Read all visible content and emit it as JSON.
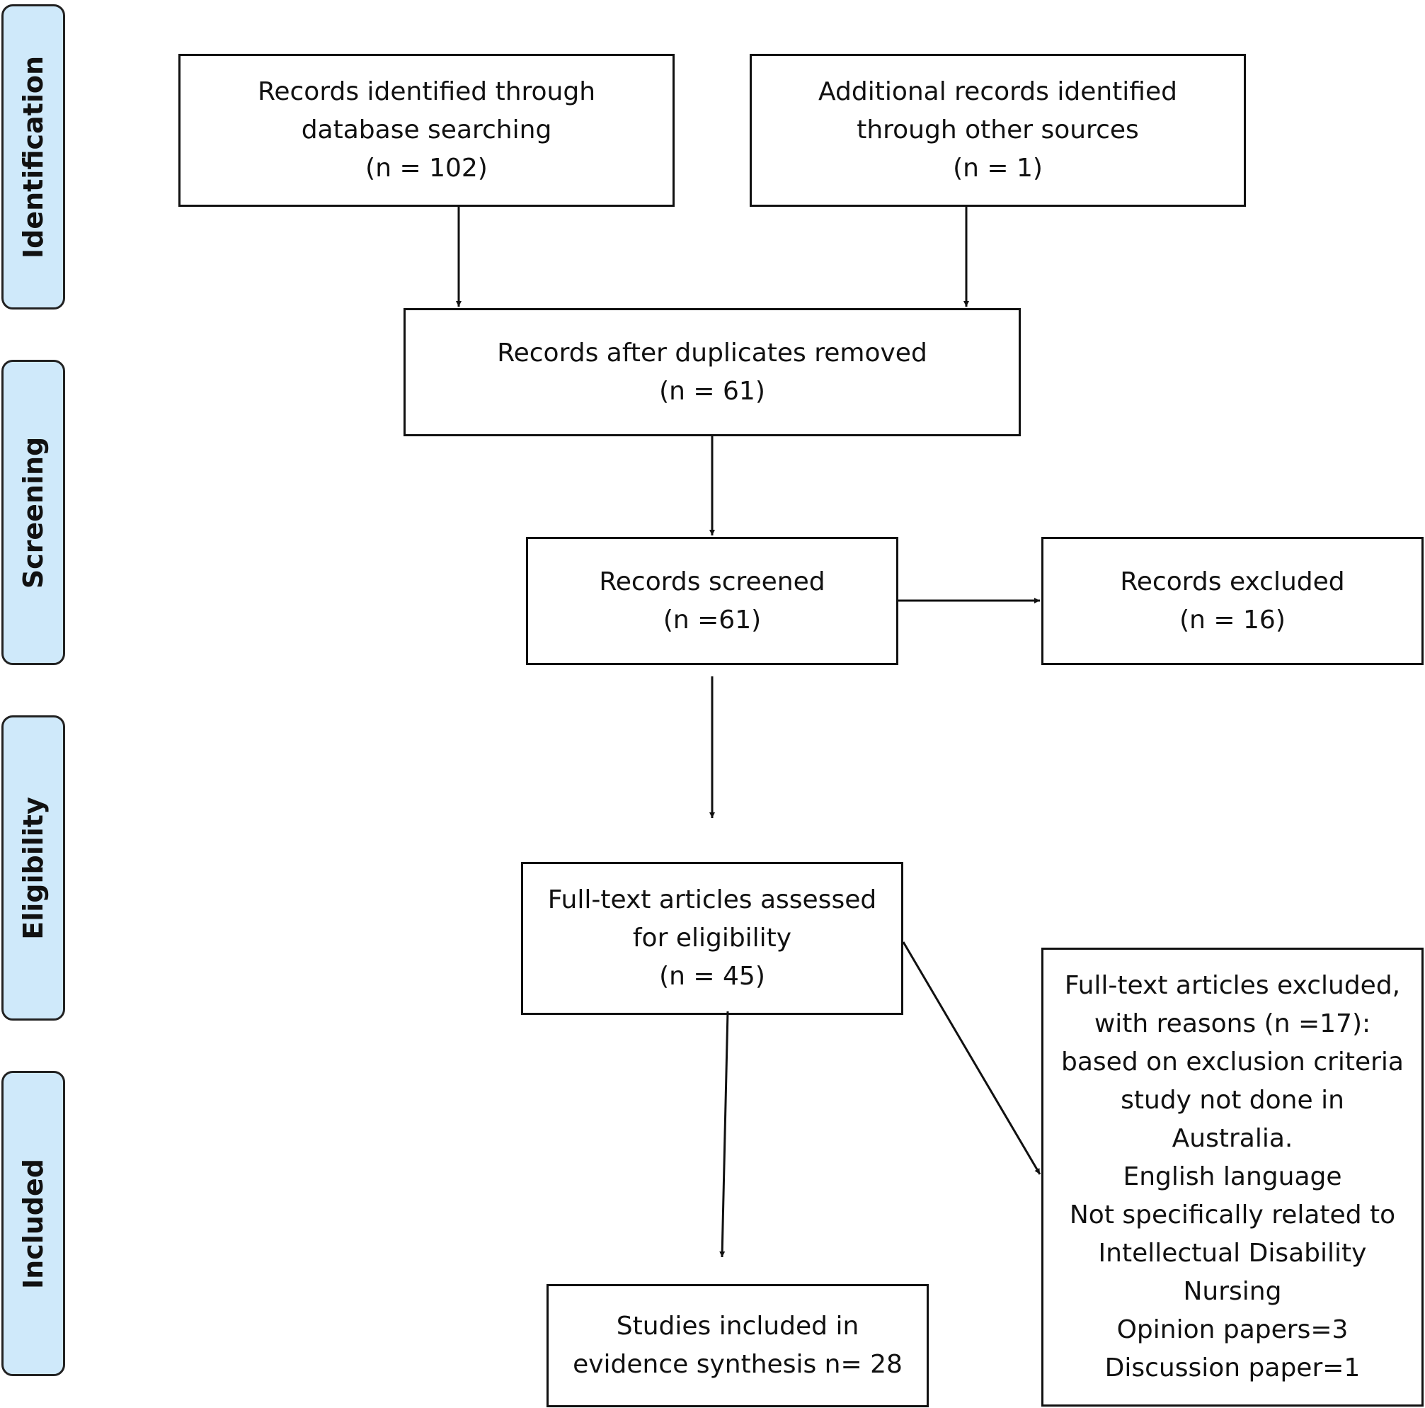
{
  "phases": {
    "identification": "Identification",
    "screening": "Screening",
    "eligibility": "Eligibility",
    "included": "Included"
  },
  "boxes": {
    "database_search": {
      "lines": [
        "Records identified through",
        "database searching",
        "(n = 102)"
      ]
    },
    "other_sources": {
      "lines": [
        "Additional records identified",
        "through other sources",
        "(n = 1)"
      ]
    },
    "duplicates_removed": {
      "lines": [
        "Records after duplicates removed",
        "(n = 61)"
      ]
    },
    "records_screened": {
      "lines": [
        "Records screened",
        "(n =61)"
      ]
    },
    "records_excluded": {
      "lines": [
        "Records excluded",
        "(n = 16)"
      ]
    },
    "fulltext_assessed": {
      "lines": [
        "Full-text articles assessed",
        "for eligibility",
        "(n = 45)"
      ]
    },
    "fulltext_excluded": {
      "lines": [
        "Full-text articles excluded,",
        "with reasons (n =17):",
        "based on exclusion criteria",
        "study not done in",
        "Australia.",
        "English language",
        "Not specifically related to",
        "Intellectual Disability",
        "Nursing",
        "Opinion papers=3",
        "Discussion paper=1"
      ]
    },
    "studies_included": {
      "lines": [
        "Studies included in",
        "evidence synthesis n= 28"
      ]
    }
  }
}
